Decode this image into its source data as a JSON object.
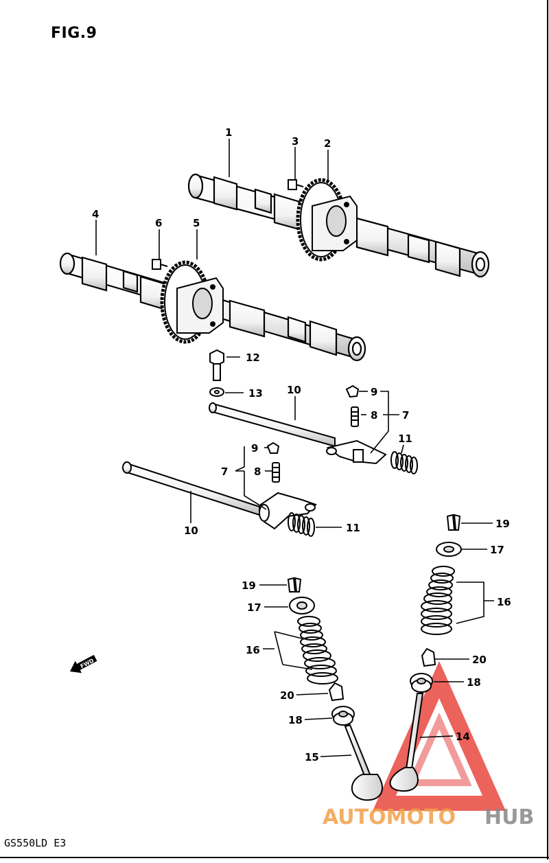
{
  "figure": {
    "title": "FIG.9",
    "model_code": "GS550LD E3",
    "fwd_label": "FWD"
  },
  "callouts": [
    {
      "id": "c1",
      "text": "1"
    },
    {
      "id": "c3",
      "text": "3"
    },
    {
      "id": "c2",
      "text": "2"
    },
    {
      "id": "c4",
      "text": "4"
    },
    {
      "id": "c6",
      "text": "6"
    },
    {
      "id": "c5",
      "text": "5"
    },
    {
      "id": "c12",
      "text": "12"
    },
    {
      "id": "c13",
      "text": "13"
    },
    {
      "id": "c10a",
      "text": "10"
    },
    {
      "id": "c9a",
      "text": "9"
    },
    {
      "id": "c8a",
      "text": "8"
    },
    {
      "id": "c7a",
      "text": "7"
    },
    {
      "id": "c11a",
      "text": "11"
    },
    {
      "id": "c9b",
      "text": "9"
    },
    {
      "id": "c7b",
      "text": "7"
    },
    {
      "id": "c8b",
      "text": "8"
    },
    {
      "id": "c10b",
      "text": "10"
    },
    {
      "id": "c11b",
      "text": "11"
    },
    {
      "id": "c19a",
      "text": "19"
    },
    {
      "id": "c17a",
      "text": "17"
    },
    {
      "id": "c16a",
      "text": "16"
    },
    {
      "id": "c20a",
      "text": "20"
    },
    {
      "id": "c18a",
      "text": "18"
    },
    {
      "id": "c14",
      "text": "14"
    },
    {
      "id": "c19b",
      "text": "19"
    },
    {
      "id": "c17b",
      "text": "17"
    },
    {
      "id": "c16b",
      "text": "16"
    },
    {
      "id": "c20b",
      "text": "20"
    },
    {
      "id": "c18b",
      "text": "18"
    },
    {
      "id": "c15",
      "text": "15"
    }
  ],
  "watermark": {
    "part1": "AUTOMOTO",
    "part2": "HUB",
    "color_red": "#e8483f",
    "color_orange": "#f2a14a",
    "color_gray": "#888888"
  }
}
